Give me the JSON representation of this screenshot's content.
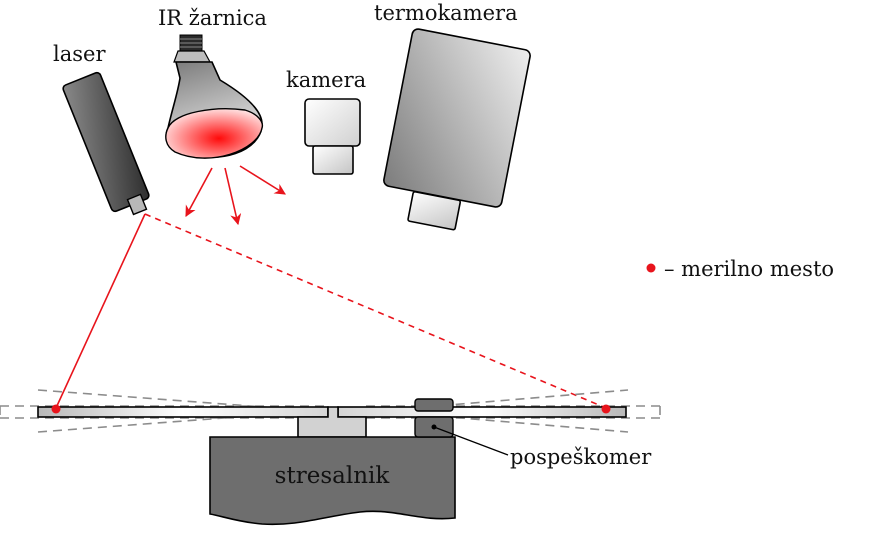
{
  "labels": {
    "laser": "laser",
    "ir_lamp": "IR žarnica",
    "camera": "kamera",
    "thermal_camera": "termokamera",
    "shaker": "stresalnik",
    "accelerometer": "pospeškomer"
  },
  "legend": {
    "marker_icon": "red-dot-icon",
    "text": "– merilno mesto"
  },
  "colors": {
    "laser_beam": "#e8141c",
    "measurement_point": "#e8141c",
    "ir_glow": "#ff1a1a",
    "outline": "#000000",
    "shaker_fill": "#6e6e6e",
    "plate_fill": "#d2d2d2",
    "deflection_dash": "#8c8c8c"
  }
}
